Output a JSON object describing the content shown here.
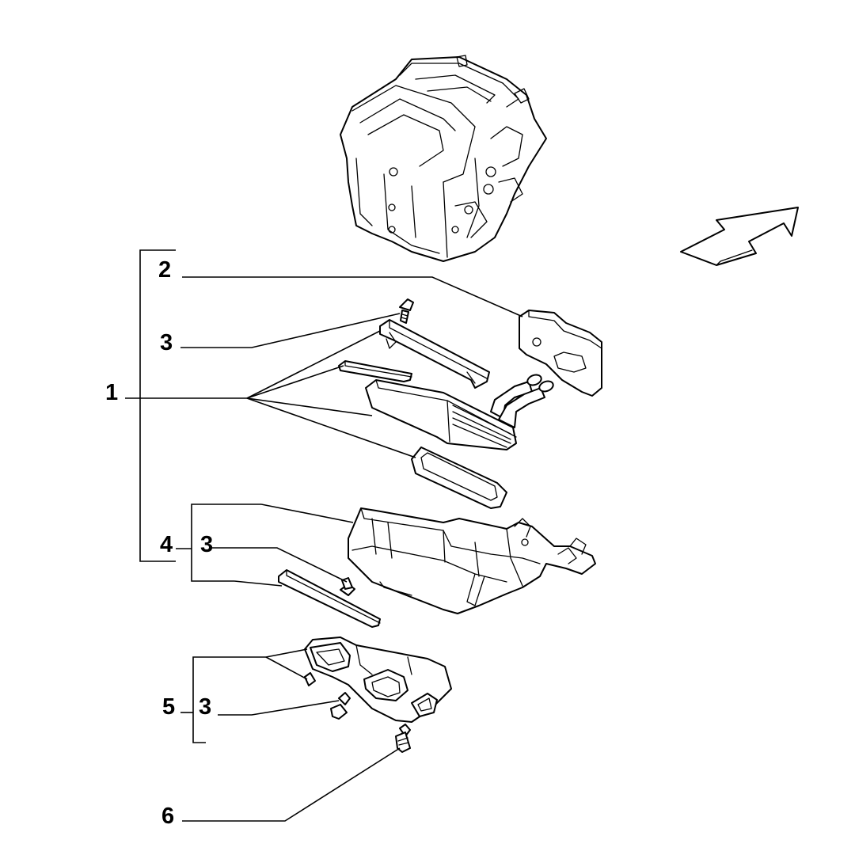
{
  "callouts": {
    "c1": "1",
    "c2": "2",
    "c3a": "3",
    "c3b": "3",
    "c3c": "3",
    "c4": "4",
    "c5": "5",
    "c6": "6"
  },
  "icons": {
    "arrow": "direction-arrow-icon",
    "assembly": "heater-housing-icon"
  }
}
